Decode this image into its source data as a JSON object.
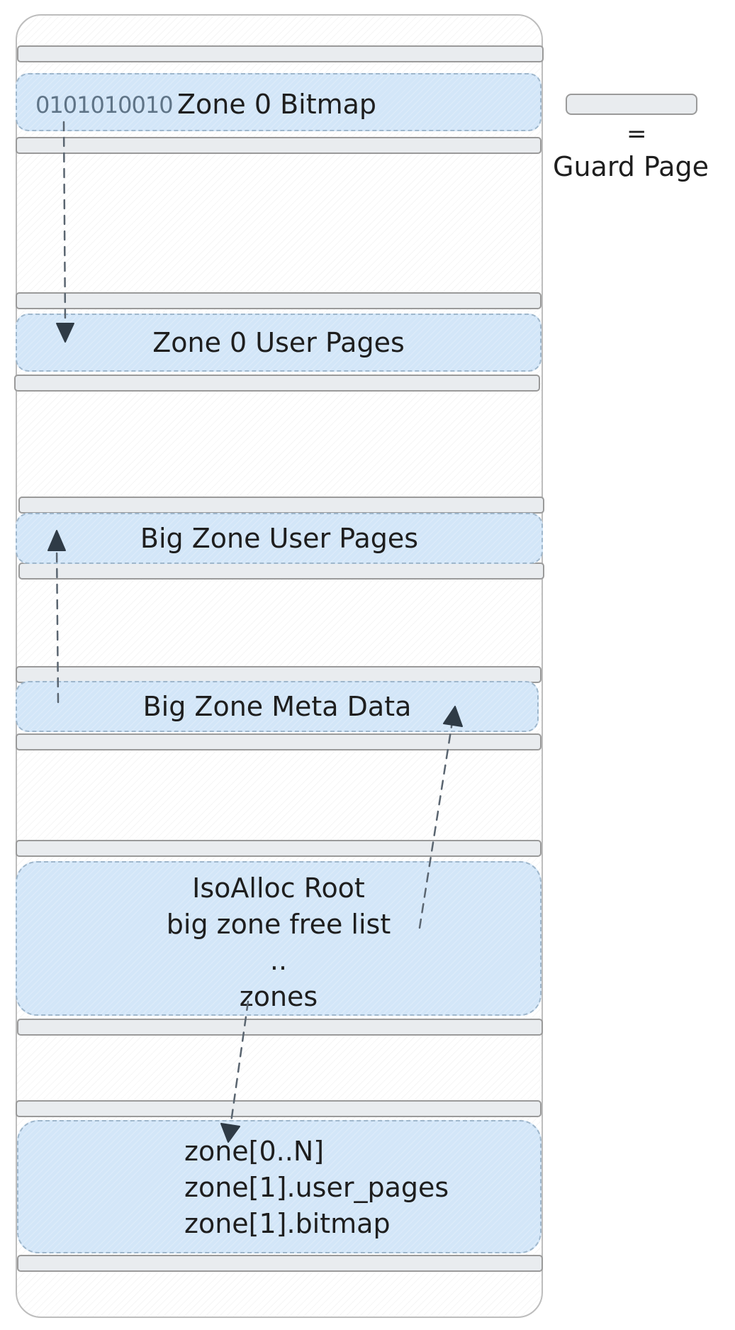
{
  "legend": {
    "equals": "=",
    "guard_page_label": "Guard Page"
  },
  "zone0_bitmap": {
    "bits": "0101010010",
    "label": "Zone 0 Bitmap"
  },
  "zone0_user_pages": {
    "label": "Zone 0 User Pages"
  },
  "big_zone_user_pages": {
    "label": "Big Zone User Pages"
  },
  "big_zone_meta_data": {
    "label": "Big Zone Meta Data"
  },
  "isoalloc_root": {
    "lines": [
      "IsoAlloc Root",
      "big zone free list",
      "..",
      "zones"
    ]
  },
  "zones_array": {
    "lines": [
      "zone[0..N]",
      "zone[1].user_pages",
      "zone[1].bitmap"
    ]
  },
  "colors": {
    "zone_fill": "#d3e6f8",
    "zone_border": "#9fb7cc",
    "guard_fill": "#e9ecef",
    "guard_border": "#9a9a9a",
    "arrow": "#5a6570"
  }
}
